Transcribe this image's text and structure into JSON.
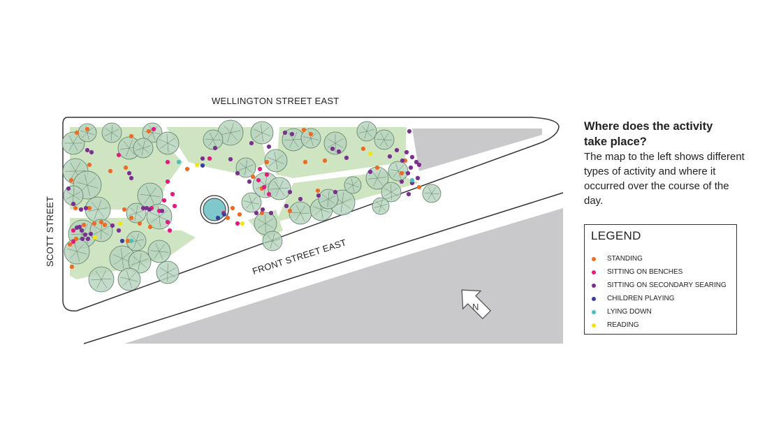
{
  "streets": {
    "north": "WELLINGTON STREET EAST",
    "west": "SCOTT STREET",
    "south": "FRONT STREET EAST"
  },
  "north_arrow_label": "N",
  "description": {
    "title": "Where does the activity take place?",
    "body": "The map to the left shows different types of activity and where it occurred over the course of the day."
  },
  "legend": {
    "title": "LEGEND",
    "items": [
      {
        "key": "standing",
        "label": "STANDING",
        "color": "#ef6b24"
      },
      {
        "key": "benches",
        "label": "SITTING ON BENCHES",
        "color": "#e5197e"
      },
      {
        "key": "secondary",
        "label": "SITTING ON SECONDARY SEARING",
        "color": "#7b2f8e"
      },
      {
        "key": "children",
        "label": "CHILDREN PLAYING",
        "color": "#3a3f9b"
      },
      {
        "key": "lying",
        "label": "LYING DOWN",
        "color": "#4bbfc0"
      },
      {
        "key": "reading",
        "label": "READING",
        "color": "#f2e411"
      }
    ]
  },
  "colors": {
    "lawn": "#cfe5c2",
    "tree_fill": "#b9d5bf",
    "tree_stroke": "#5c7a63",
    "building": "#c9c9cb",
    "outline": "#333333",
    "fountain": "#7fc9cc"
  }
}
